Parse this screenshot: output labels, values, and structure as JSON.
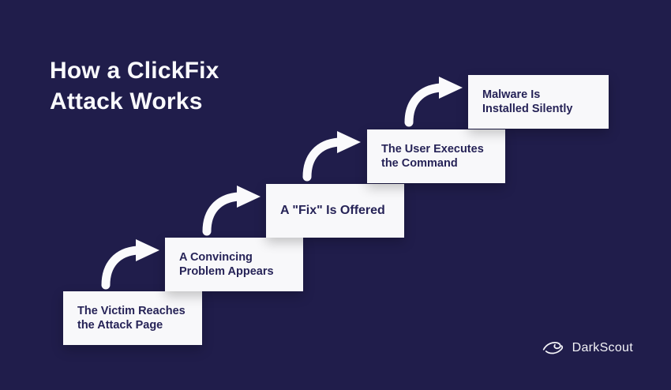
{
  "title": {
    "line1": "How a ClickFix",
    "line2": "Attack Works"
  },
  "steps": [
    {
      "line1": "The Victim Reaches",
      "line2": "the Attack Page"
    },
    {
      "line1": "A Convincing",
      "line2": "Problem Appears"
    },
    {
      "line1": "A \"Fix\" Is Offered",
      "line2": ""
    },
    {
      "line1": "The User Executes",
      "line2": "the Command"
    },
    {
      "line1": "Malware Is",
      "line2": "Installed Silently"
    }
  ],
  "brand": {
    "name": "DarkScout",
    "icon": "eye-orbit-icon"
  },
  "colors": {
    "background": "#201D4B",
    "card": "#F8F8FA",
    "card_text": "#262357",
    "title_text": "#F9F9FC",
    "arrow": "#FAFAFC"
  }
}
